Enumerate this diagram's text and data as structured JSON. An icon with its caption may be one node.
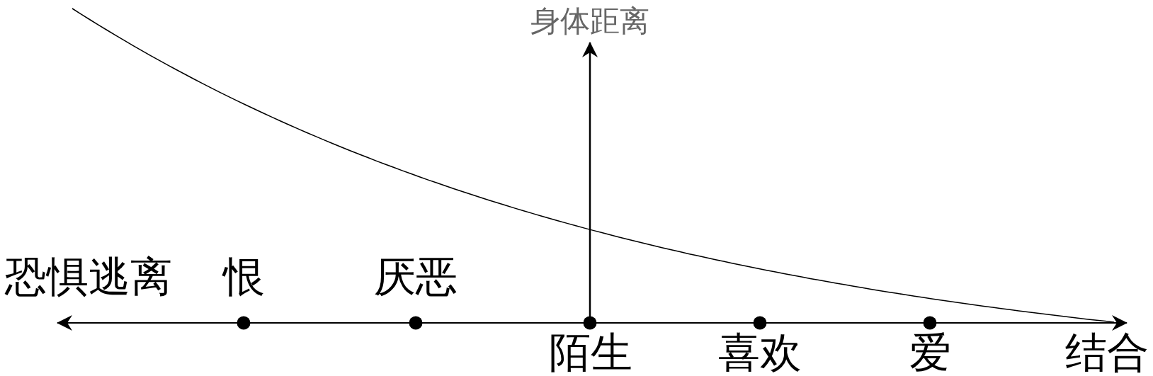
{
  "diagram": {
    "labels": [
      "身体距离",
      "恐惧逃离",
      "恨",
      "厌恶",
      "陌生",
      "喜欢",
      "爱",
      "结合"
    ]
  }
}
